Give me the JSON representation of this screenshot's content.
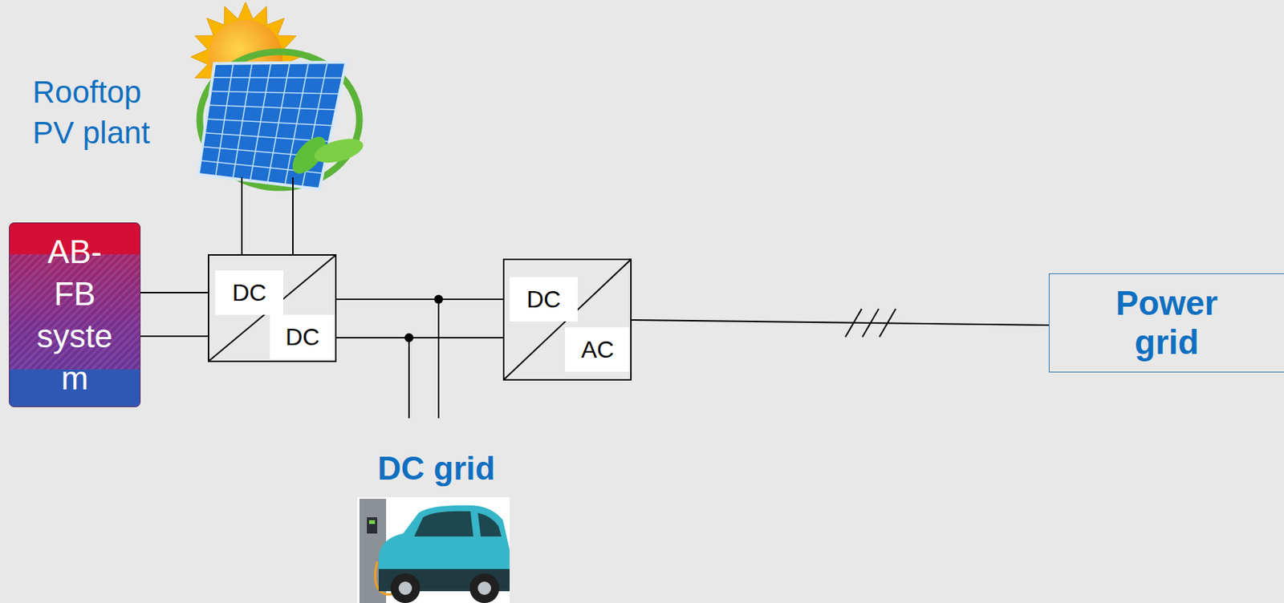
{
  "diagram": {
    "nodes": [
      {
        "text": [
          "Rooftop PV plant"
        ]
      },
      {
        "text": [
          "AB-FB system"
        ]
      },
      {
        "text": [
          "DC",
          "DC"
        ]
      },
      {
        "text": [
          "DC",
          "AC"
        ]
      },
      {
        "text": [
          "Power grid"
        ]
      },
      {
        "text": [
          "DC grid"
        ]
      }
    ],
    "edges": [
      {
        "from": 0,
        "to": 2,
        "arrow": "none"
      },
      {
        "from": 1,
        "to": 2,
        "arrow": "none"
      },
      {
        "from": 2,
        "to": 3,
        "arrow": "none"
      },
      {
        "from": 5,
        "to": 2,
        "arrow": "none"
      },
      {
        "from": 5,
        "to": 3,
        "arrow": "none"
      },
      {
        "from": 3,
        "to": 4,
        "arrow": "none"
      }
    ]
  }
}
